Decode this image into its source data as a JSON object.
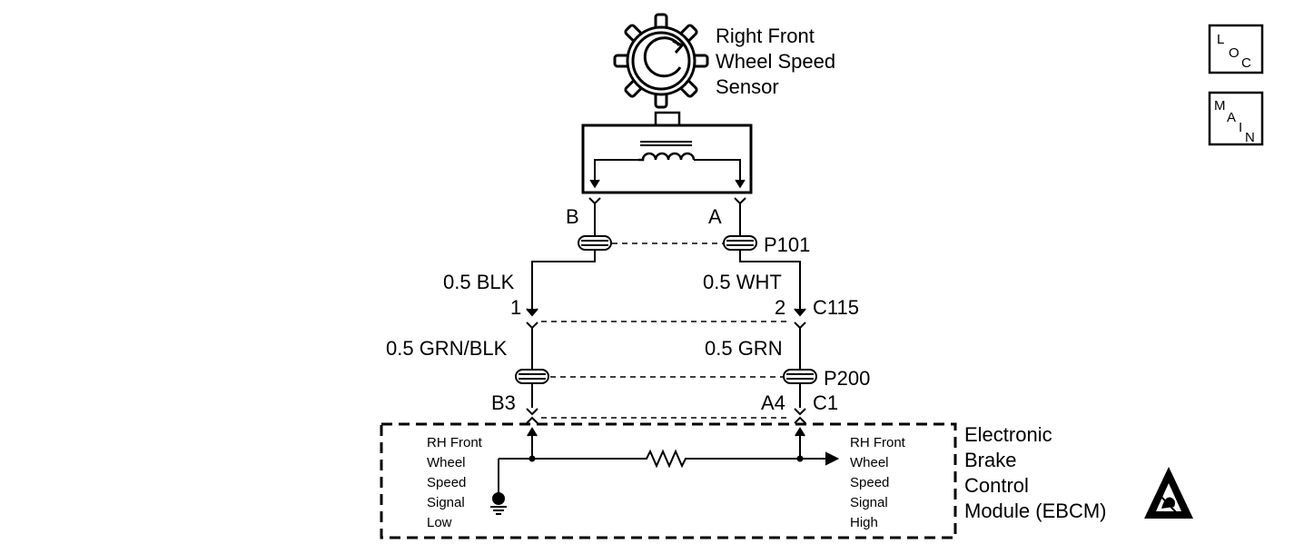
{
  "sensor": {
    "title_lines": [
      "Right Front",
      "Wheel Speed",
      "Sensor"
    ]
  },
  "terminals": {
    "sensor_b": "B",
    "sensor_a": "A"
  },
  "connectors": {
    "p101": "P101",
    "c115": "C115",
    "p200": "P200",
    "c1": "C1"
  },
  "wires": {
    "blk": "0.5 BLK",
    "wht": "0.5 WHT",
    "grn_blk": "0.5 GRN/BLK",
    "grn": "0.5 GRN"
  },
  "pins": {
    "c115_1": "1",
    "c115_2": "2",
    "b3": "B3",
    "a4": "A4"
  },
  "module": {
    "name_lines": [
      "Electronic",
      "Brake",
      "Control",
      "Module (EBCM)"
    ],
    "signal_low_lines": [
      "RH Front",
      "Wheel",
      "Speed",
      "Signal",
      "Low"
    ],
    "signal_high_lines": [
      "RH Front",
      "Wheel",
      "Speed",
      "Signal",
      "High"
    ]
  },
  "nav": {
    "loc": [
      "L",
      "O",
      "C"
    ],
    "main": [
      "M",
      "A",
      "I",
      "N"
    ]
  }
}
